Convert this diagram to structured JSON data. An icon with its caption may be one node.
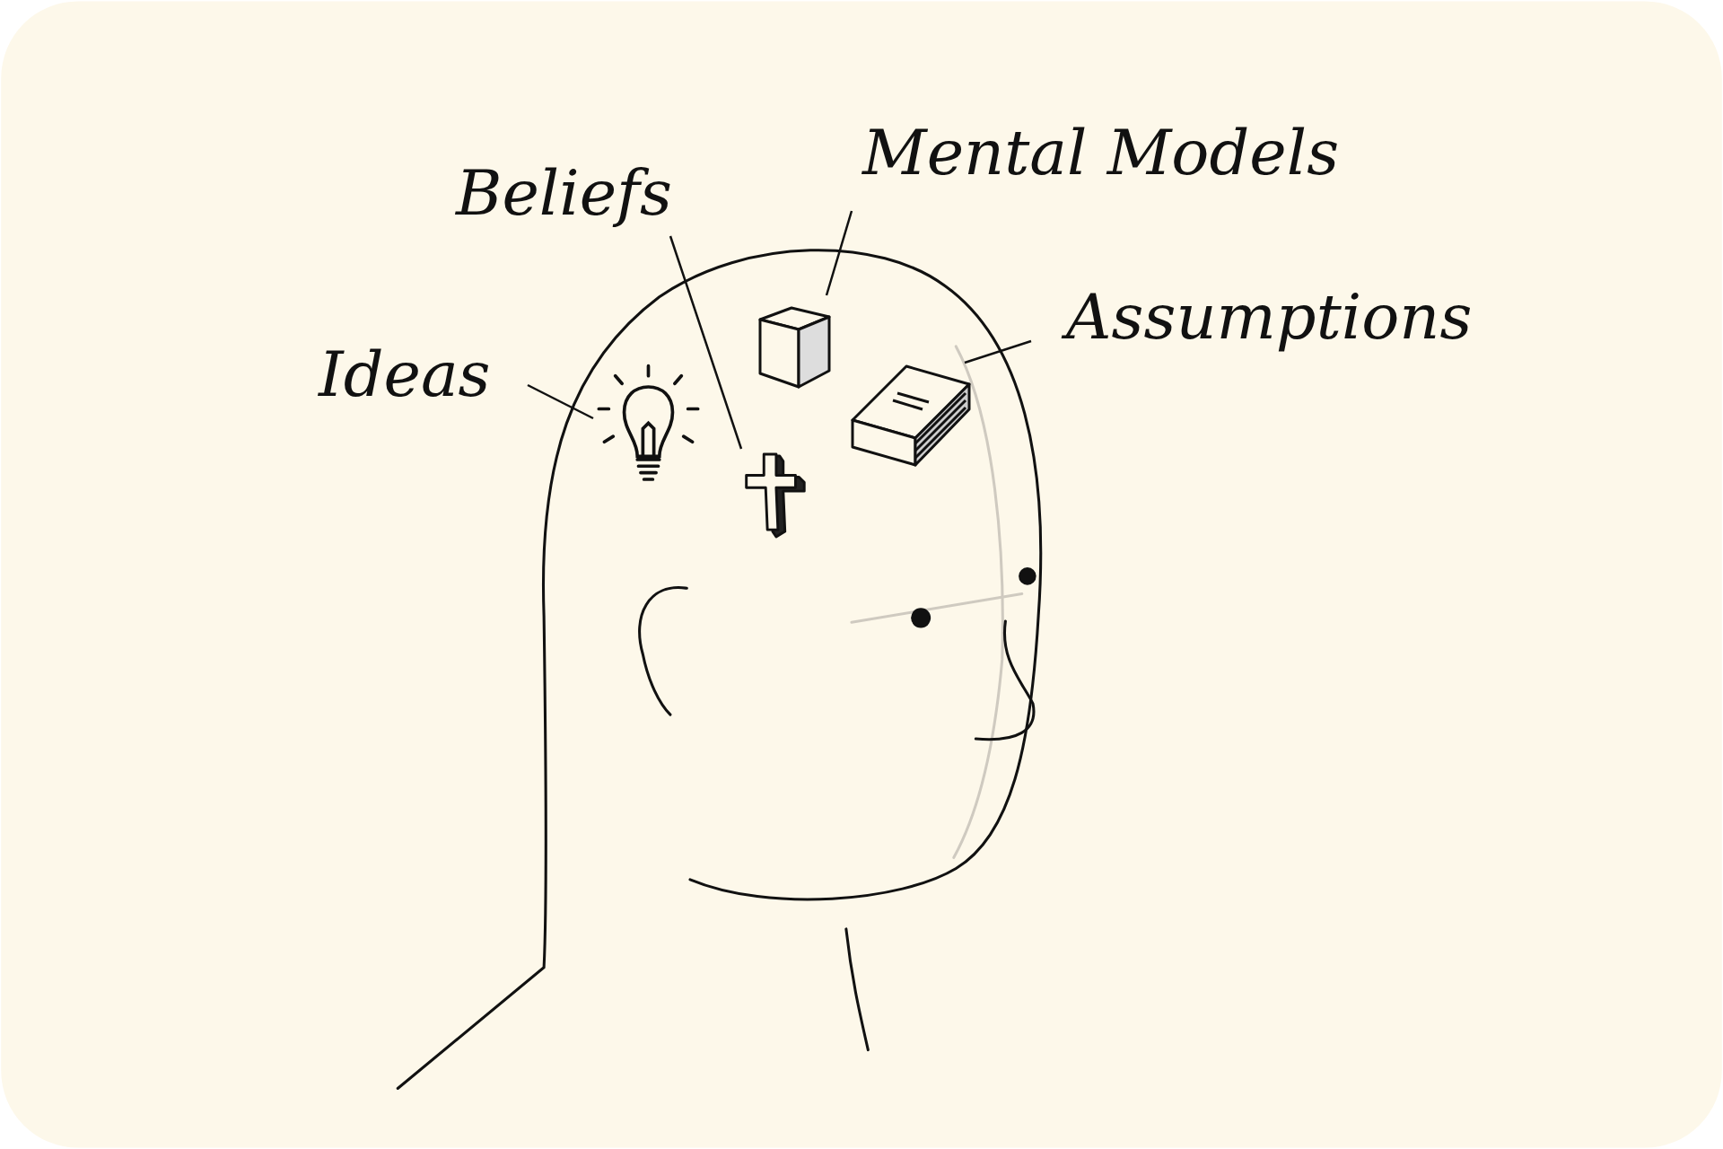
{
  "diagram": {
    "nodes": [
      {
        "text": [
          "Mental Models"
        ]
      },
      {
        "text": [
          "Beliefs"
        ]
      },
      {
        "text": [
          "Assumptions"
        ]
      },
      {
        "text": [
          "Ideas"
        ]
      },
      {
        "text": [],
        "shape": "picture"
      },
      {
        "text": [],
        "shape": "picture"
      },
      {
        "text": [],
        "shape": "picture"
      },
      {
        "text": [],
        "shape": "picture"
      }
    ],
    "edges": [
      {
        "from": 3,
        "to": 4,
        "arrow": "none"
      },
      {
        "from": 1,
        "to": 5,
        "arrow": "none"
      },
      {
        "from": 0,
        "to": 6,
        "arrow": "none"
      },
      {
        "from": 2,
        "to": 7,
        "arrow": "none"
      }
    ]
  }
}
